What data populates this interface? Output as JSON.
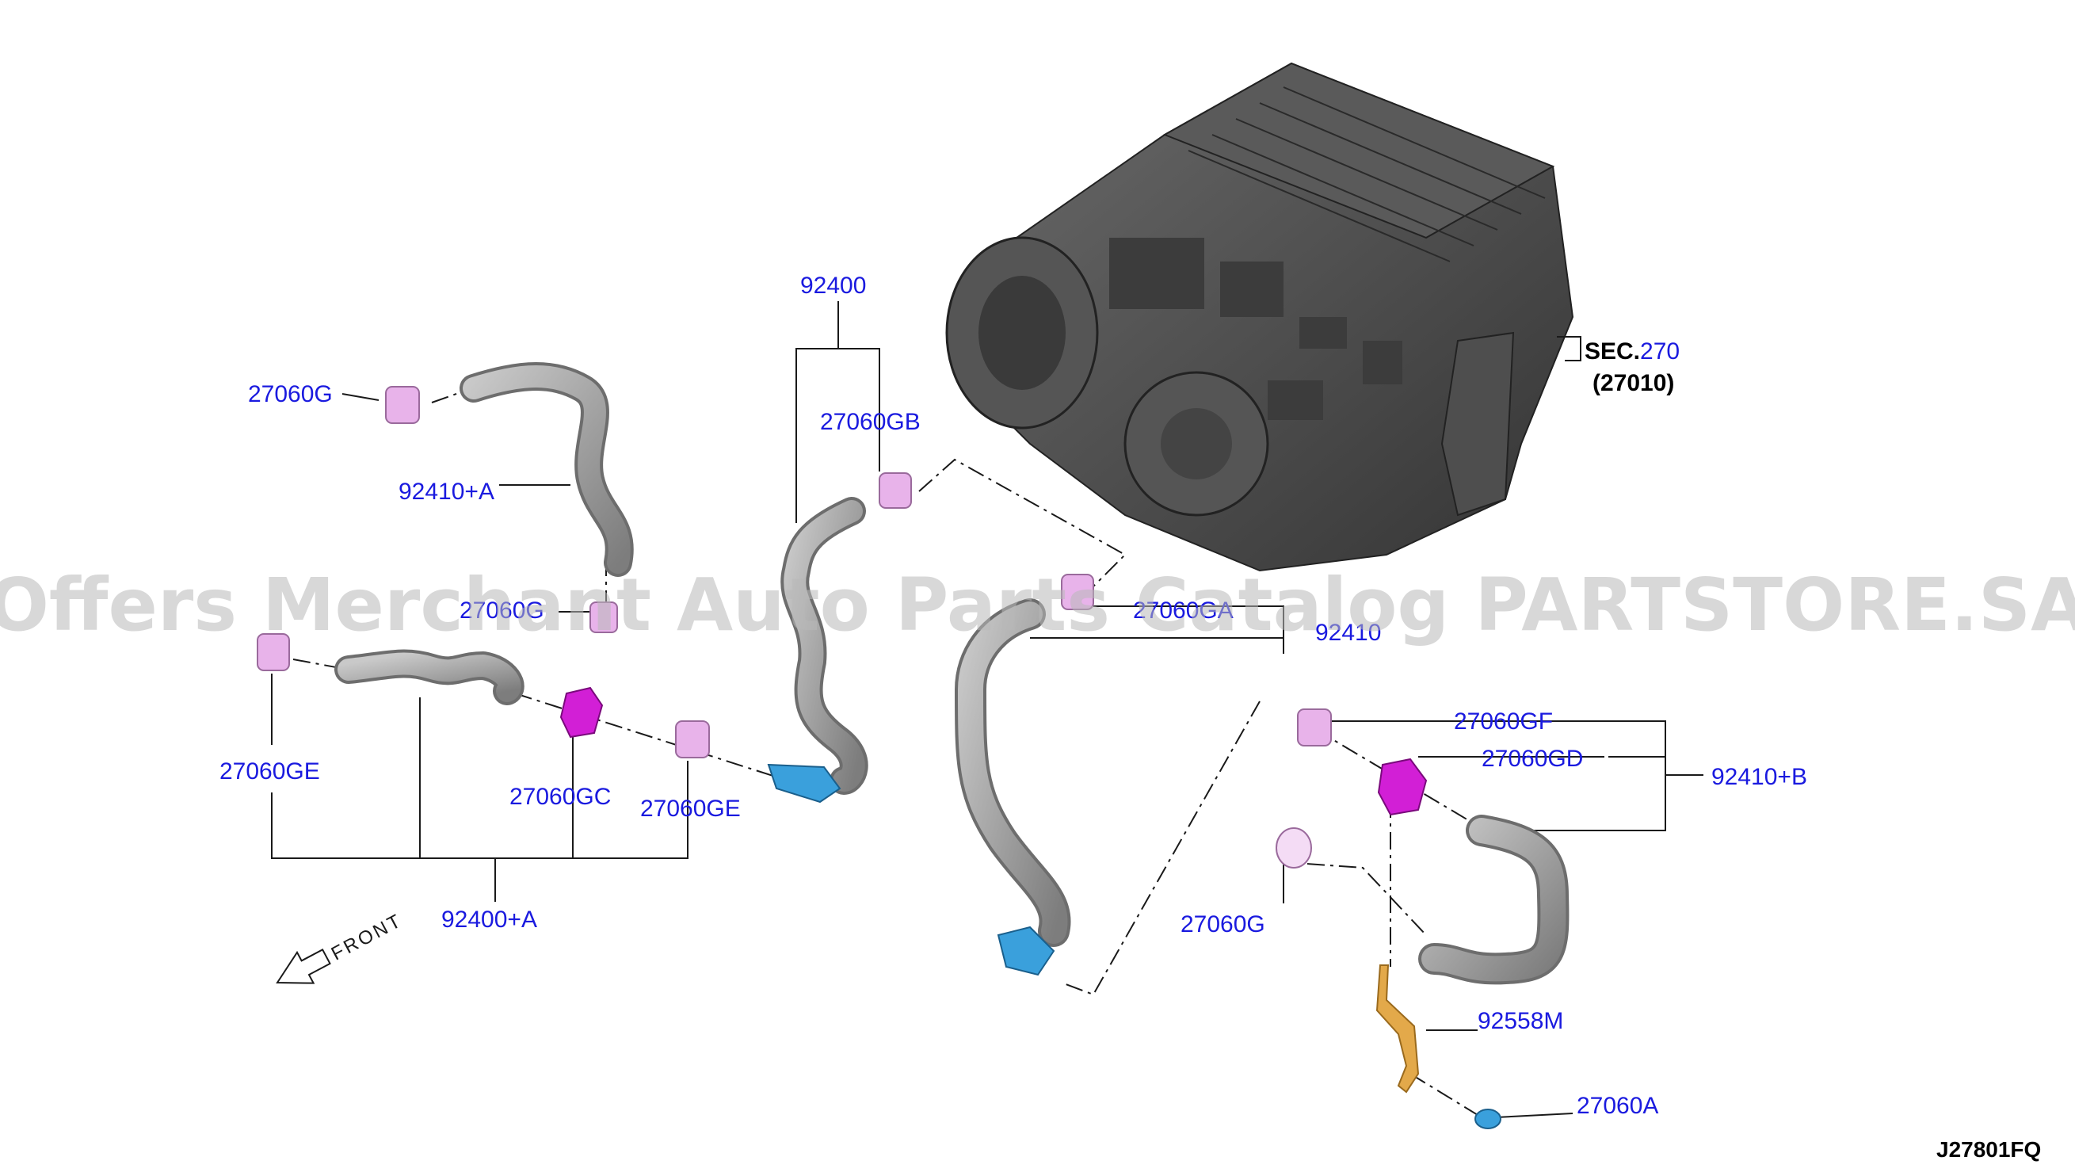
{
  "labels": {
    "p92400": "92400",
    "p27060G_top": "27060G",
    "p92410A": "92410+A",
    "p27060GB": "27060GB",
    "sec_prefix": "SEC.",
    "sec_num": "270",
    "sec_sub": "(27010)",
    "p27060G_mid": "27060G",
    "p27060GA": "27060GA",
    "p92410": "92410",
    "p27060GE_left": "27060GE",
    "p27060GC": "27060GC",
    "p27060GE_right": "27060GE",
    "p92400A": "92400+A",
    "p27060GF": "27060GF",
    "p27060GD": "27060GD",
    "p92410B": "92410+B",
    "p27060G_bottom": "27060G",
    "p92558M": "92558M",
    "p27060A": "27060A",
    "front": "FRONT",
    "diagram_code": "J27801FQ"
  },
  "watermark": "Offers Merchant Auto Parts Catalog PARTSTORE.SA",
  "colors": {
    "label": "#1a1adf",
    "hose": "#9a9a9a",
    "clamp_pink": "#e8b3ea",
    "clip_magenta": "#d21fd6",
    "connector_blue": "#3aa0dc",
    "bracket_orange": "#e3a94a",
    "unit_dark": "#4a4a4a"
  },
  "icons": [
    "front-arrow-icon"
  ]
}
